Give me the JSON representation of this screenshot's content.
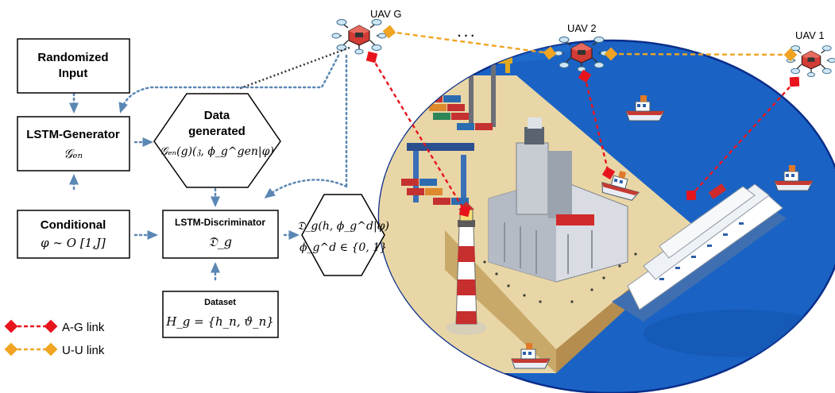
{
  "blocks": {
    "randomized_input": {
      "line1": "Randomized",
      "line2": "Input"
    },
    "lstm_generator": {
      "title": "LSTM-Generator",
      "symbol": "𝒢ₑₙ"
    },
    "data_generated": {
      "line1": "Data",
      "line2": "generated",
      "formula": "𝒢ₑₙ(g)(𝔷, ϕ_g^gen|φ)"
    },
    "conditional": {
      "title": "Conditional",
      "formula": "φ ∼ O [1,J]"
    },
    "lstm_discriminator": {
      "title": "LSTM-Discriminator",
      "symbol": "𝔇_g"
    },
    "discriminator_output": {
      "line1": "𝔇_g(h, ϕ_g^d|φ)",
      "line2": "ϕ_g^d ∈ {0, 1}"
    },
    "dataset": {
      "title": "Dataset",
      "formula": "H_g = {h_n, ϑ_n}"
    }
  },
  "uavs": {
    "uav_g": "UAV G",
    "uav_2": "UAV 2",
    "uav_1": "UAV 1"
  },
  "ellipsis": ". . .",
  "legend": {
    "ag_link": "A-G link",
    "uu_link": "U-U link"
  },
  "colors": {
    "ag_link": "#e8141c",
    "uu_link": "#f0a422",
    "dotted_arrow": "#5b87b4",
    "sea": "#1a63c4",
    "sea_edge": "#0a2e8a",
    "dock": "#e9d6a6"
  },
  "icons": [
    "drone-icon",
    "ship-icon",
    "cruise-ship-icon",
    "lighthouse-icon",
    "container-icon",
    "crane-icon",
    "seaport-building-icon"
  ]
}
